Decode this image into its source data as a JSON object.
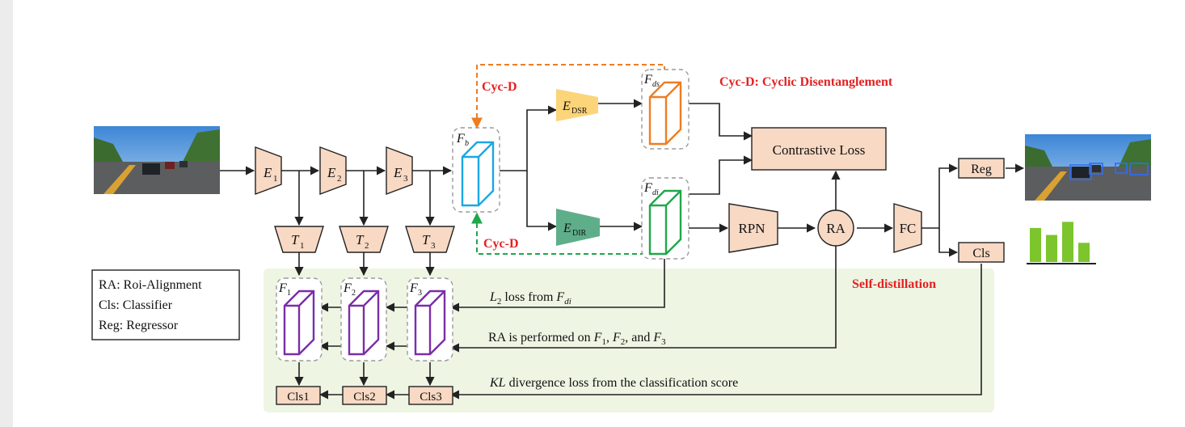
{
  "colors": {
    "node_fill": "#f8d9c4",
    "node_stroke": "#222222",
    "accent_red": "#e42121",
    "orange": "#ee7d22",
    "green": "#1fa84a",
    "cyan": "#1aa7e4",
    "purple": "#7a2ea8",
    "edsr_fill": "#fcd479",
    "edir_fill": "#5fae8a",
    "panel_fill": "#eef5e3",
    "bar_green": "#7cc52c"
  },
  "encoders": [
    {
      "base": "E",
      "sub": "1"
    },
    {
      "base": "E",
      "sub": "2"
    },
    {
      "base": "E",
      "sub": "3"
    }
  ],
  "transfers": [
    {
      "base": "T",
      "sub": "1"
    },
    {
      "base": "T",
      "sub": "2"
    },
    {
      "base": "T",
      "sub": "3"
    }
  ],
  "features": {
    "fb": {
      "base": "F",
      "sub": "b"
    },
    "fds": {
      "base": "F",
      "sub": "ds"
    },
    "fdi": {
      "base": "F",
      "sub": "di"
    },
    "f1": {
      "base": "F",
      "sub": "1"
    },
    "f2": {
      "base": "F",
      "sub": "2"
    },
    "f3": {
      "base": "F",
      "sub": "3"
    }
  },
  "branches": {
    "edsr": {
      "base": "E",
      "sub": "DSR"
    },
    "edir": {
      "base": "E",
      "sub": "DIR"
    }
  },
  "labels": {
    "cycd_top": "Cyc-D",
    "cycd_bottom": "Cyc-D",
    "cycd_title": "Cyc-D: Cyclic Disentanglement",
    "self_distillation": "Self-distillation",
    "contrastive_loss": "Contrastive Loss",
    "rpn": "RPN",
    "ra": "RA",
    "fc": "FC",
    "reg": "Reg",
    "cls": "Cls",
    "cls1": "Cls1",
    "cls2": "Cls2",
    "cls3": "Cls3"
  },
  "legend": [
    "RA: Roi-Alignment",
    "Cls: Classifier",
    "Reg: Regressor"
  ],
  "annotations": {
    "l2": {
      "pre": "L",
      "sub": "2",
      "mid": " loss from ",
      "f": "F",
      "fsub": "di"
    },
    "ra": {
      "text": "RA is performed on ",
      "f": "F",
      "s1": "1",
      "s2": "2",
      "s3": "3",
      "comma": ", ",
      "and": ", and "
    },
    "kl": {
      "pre": "KL",
      "rest": " divergence loss from the classification score"
    }
  },
  "score_bars": [
    0.78,
    0.62,
    0.92,
    0.44
  ]
}
